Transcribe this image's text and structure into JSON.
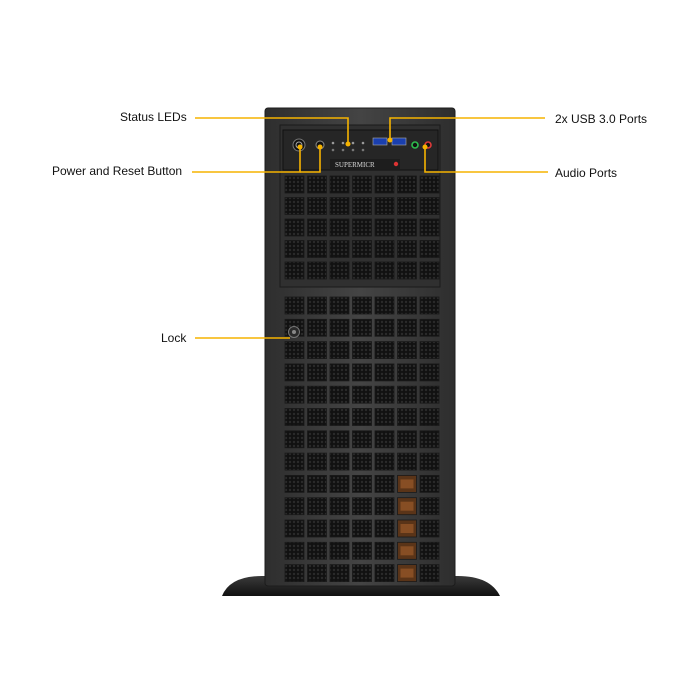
{
  "callouts": {
    "status_leds": "Status LEDs",
    "usb_ports": "2x USB 3.0 Ports",
    "power_reset": "Power and Reset Button",
    "audio_ports": "Audio Ports",
    "lock": "Lock"
  },
  "brand": {
    "logo_text": "SUPERMICR"
  },
  "colors": {
    "callout_line": "#f5b300",
    "chassis": "#3a3a3a",
    "front_panel": "#2b2b2b",
    "vent_highlight": "#9a5a2a"
  }
}
